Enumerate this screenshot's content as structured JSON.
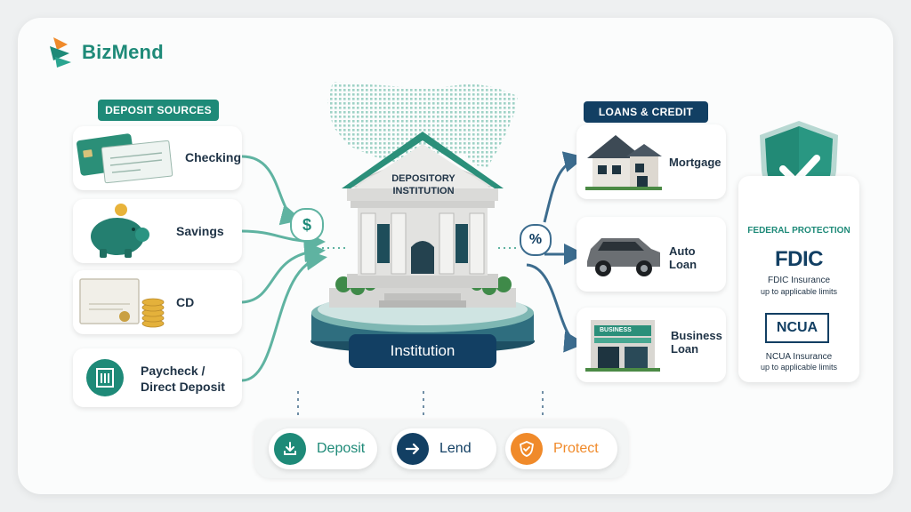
{
  "brand": {
    "name": "BizMend"
  },
  "deposit_sources": {
    "title": "DEPOSIT SOURCES",
    "items": [
      {
        "label": "Checking"
      },
      {
        "label": "Savings"
      },
      {
        "label": "CD"
      },
      {
        "label": "Paycheck /\nDirect Deposit"
      }
    ]
  },
  "center": {
    "title": "DEPOSITORY\nINSTITUTION",
    "label": "Institution",
    "in_symbol": "$",
    "out_symbol": "%"
  },
  "loans": {
    "title": "LOANS & CREDIT",
    "items": [
      {
        "label": "Mortgage"
      },
      {
        "label": "Auto Loan"
      },
      {
        "label": "Business\nLoan",
        "sign": "BUSINESS"
      }
    ]
  },
  "protection": {
    "title": "FEDERAL PROTECTION",
    "fdic": {
      "name": "FDIC",
      "caption": "FDIC Insurance",
      "note": "up to applicable limits"
    },
    "ncua": {
      "name": "NCUA",
      "caption": "NCUA Insurance",
      "note": "up to applicable limits"
    }
  },
  "actions": [
    {
      "label": "Deposit",
      "icon": "download-icon",
      "color": "#1e8a78"
    },
    {
      "label": "Lend",
      "icon": "arrow-right-icon",
      "color": "#123f63"
    },
    {
      "label": "Protect",
      "icon": "shield-check-icon",
      "color": "#f08a2a"
    }
  ],
  "colors": {
    "teal": "#1e8a78",
    "navy": "#123f63",
    "orange": "#f08a2a",
    "mint": "#5fb3a1"
  }
}
